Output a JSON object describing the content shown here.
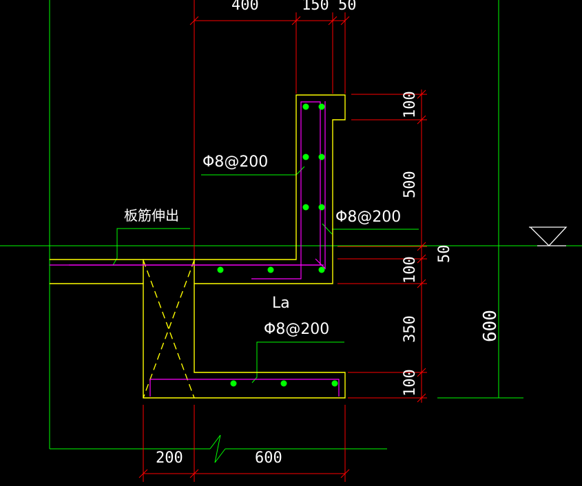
{
  "dimensions_top": [
    "400",
    "150",
    "50"
  ],
  "dimensions_right": [
    "100",
    "500",
    "50",
    "100",
    "350",
    "100"
  ],
  "dimensions_bottom": [
    "200",
    "600"
  ],
  "dimension_overall": "600",
  "labels": {
    "rebar_upper": "Φ8@200",
    "rebar_right": "Φ8@200",
    "rebar_lower": "Φ8@200",
    "slab_rebar": "板筋伸出",
    "anchorage": "La"
  },
  "colors": {
    "background": "#000000",
    "concrete_outline": "#ffff00",
    "rebar": "#ff00ff",
    "rebar_dots": "#00ff00",
    "dimension_lines": "#ff0000",
    "extension_lines": "#00ff00",
    "leader_lines": "#00ff00"
  }
}
